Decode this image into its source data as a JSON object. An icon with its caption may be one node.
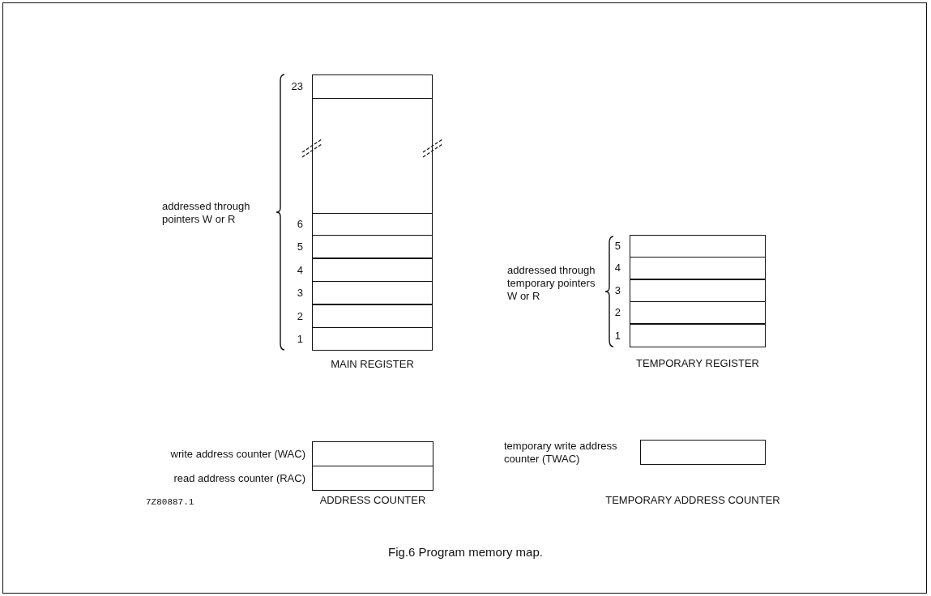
{
  "diagram": {
    "caption": "Fig.6 Program memory map.",
    "nodes": [
      {
        "text": [
          "MAIN REGISTER"
        ]
      },
      {
        "text": [],
        "shape": "box",
        "in": 0,
        "beside": [
          "23"
        ]
      },
      {
        "text": [],
        "shape": "box",
        "in": 0,
        "beside": [
          "6"
        ]
      },
      {
        "text": [],
        "shape": "box",
        "in": 0,
        "beside": [
          "5"
        ]
      },
      {
        "text": [],
        "shape": "box",
        "in": 0,
        "beside": [
          "4"
        ]
      },
      {
        "text": [],
        "shape": "box",
        "in": 0,
        "beside": [
          "3"
        ]
      },
      {
        "text": [],
        "shape": "box",
        "in": 0,
        "beside": [
          "2"
        ]
      },
      {
        "text": [],
        "shape": "box",
        "in": 0,
        "beside": [
          "1"
        ]
      },
      {
        "text": [
          "TEMPORARY REGISTER"
        ]
      },
      {
        "text": [],
        "shape": "box",
        "in": 8,
        "beside": [
          "5"
        ]
      },
      {
        "text": [],
        "shape": "box",
        "in": 8,
        "beside": [
          "4"
        ]
      },
      {
        "text": [],
        "shape": "box",
        "in": 8,
        "beside": [
          "3"
        ]
      },
      {
        "text": [],
        "shape": "box",
        "in": 8,
        "beside": [
          "2"
        ]
      },
      {
        "text": [],
        "shape": "box",
        "in": 8,
        "beside": [
          "1"
        ]
      },
      {
        "text": [
          "ADDRESS COUNTER"
        ]
      },
      {
        "text": [],
        "shape": "box",
        "in": 14,
        "beside": [
          "write address counter (WAC)"
        ]
      },
      {
        "text": [],
        "shape": "box",
        "in": 14,
        "beside": [
          "read address counter (RAC)"
        ]
      },
      {
        "text": [
          "TEMPORARY ADDRESS COUNTER"
        ]
      },
      {
        "text": [],
        "shape": "box",
        "in": 17,
        "beside": [
          "temporary write address counter (TWAC)"
        ]
      }
    ],
    "edges": [],
    "labels": [
      "addressed through pointers W or R",
      "addressed through temporary pointers W or R",
      "7Z80887.1"
    ]
  }
}
